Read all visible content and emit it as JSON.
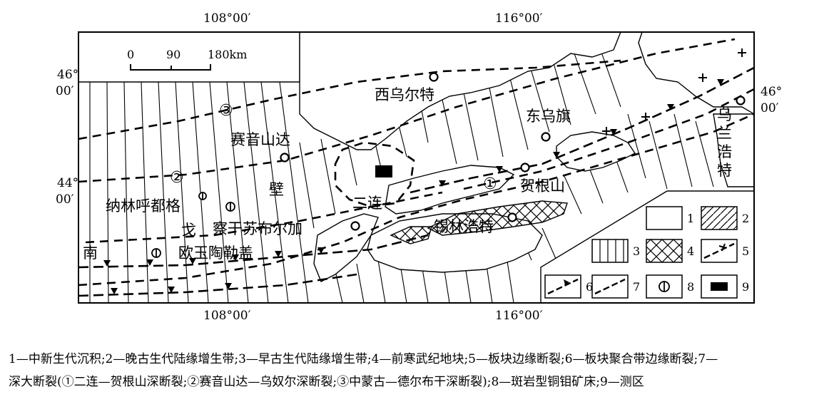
{
  "coords": {
    "top_left": "108°00′",
    "top_right": "116°00′",
    "bottom_left": "108°00′",
    "bottom_right": "116°00′",
    "left_46": [
      "46°",
      "00′"
    ],
    "left_44": [
      "44°",
      "00′"
    ],
    "right_46": [
      "46°",
      "00′"
    ]
  },
  "scale": {
    "zero": "0",
    "mid": "90",
    "end": "180km"
  },
  "places": {
    "xiwuerte": "西乌尔特",
    "dongwuqi": "东乌旗",
    "saiyinshanda": "赛音山达",
    "erlian": "二连",
    "hegenshan": "贺根山",
    "xilinhaote": "锡林浩特",
    "nalinhudouge": "纳林呼都格",
    "chaganshubuerjia": "察干苏布尔加",
    "ouyutaolegai": "欧玉陶勒盖",
    "wulanhaote": "乌兰浩特",
    "gobi_ge": "戈",
    "gobi_bi": "壁",
    "nan": "南"
  },
  "fault_labels": {
    "f1": "①",
    "f2": "②",
    "f3": "③"
  },
  "legend": [
    "1",
    "2",
    "3",
    "4",
    "5",
    "6",
    "7",
    "8",
    "9"
  ],
  "caption": {
    "line1": "1—中新生代沉积;2—晚古生代陆缘增生带;3—早古生代陆缘增生带;4—前寒武纪地块;5—板块边缘断裂;6—板块聚合带边缘断裂;7—",
    "line2": "深大断裂(①二连—贺根山深断裂;②赛音山达—乌奴尔深断裂;③中蒙古—德尔布干深断裂);8—斑岩型铜钼矿床;9—测区"
  }
}
